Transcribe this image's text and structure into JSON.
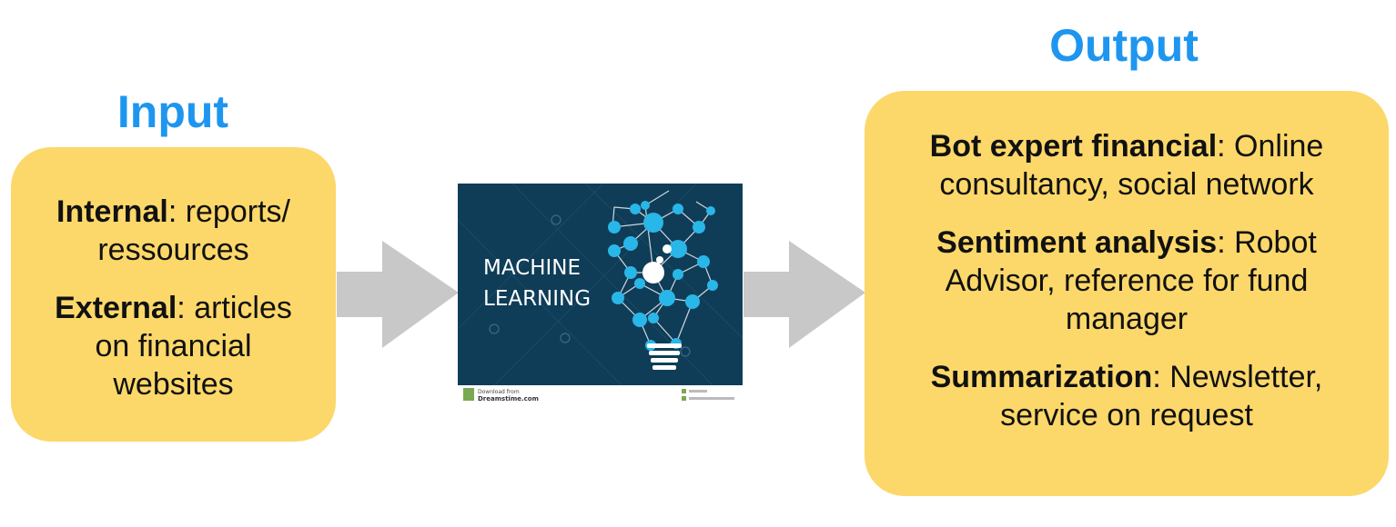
{
  "input": {
    "heading": "Input",
    "items": [
      {
        "label": "Internal",
        "text_line1": ": reports/",
        "text_line2": "ressources"
      },
      {
        "label": "External",
        "text_line1": ": articles",
        "text_line2": "on financial",
        "text_line3": "websites"
      }
    ]
  },
  "image": {
    "title_line1": "MACHINE",
    "title_line2": "LEARNING",
    "download_line1": "Download from",
    "download_line2": "Dreamstime.com"
  },
  "output": {
    "heading": "Output",
    "items": [
      {
        "label": "Bot expert financial",
        "text_line1": ": Online",
        "text_line2": "consultancy, social network"
      },
      {
        "label": "Sentiment analysis",
        "text_line1": ": Robot",
        "text_line2": "Advisor, reference for fund",
        "text_line3": "manager"
      },
      {
        "label": "Summarization",
        "text_line1": ": Newsletter,",
        "text_line2": "service on request"
      }
    ]
  },
  "colors": {
    "heading": "#1e96f0",
    "panel": "#fcd86a",
    "arrow": "#c8c8c8",
    "image_bg": "#0f3d58",
    "node": "#29b6e8"
  }
}
